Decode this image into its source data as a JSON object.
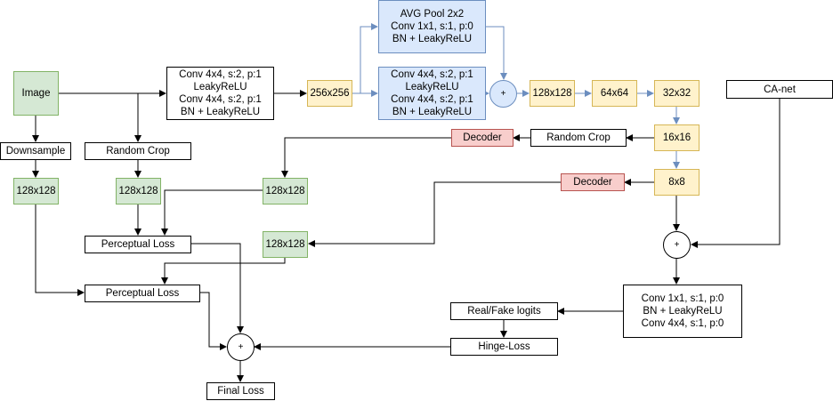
{
  "nodes": {
    "image": "Image",
    "downsample": "Downsample",
    "random_crop_left": "Random Crop",
    "green_128_a": "128x128",
    "green_128_b": "128x128",
    "green_128_c": "128x128",
    "green_128_d": "128x128",
    "conv_block_1": [
      "Conv 4x4, s:2, p:1",
      "LeakyReLU",
      "Conv 4x4, s:2, p:1",
      "BN + LeakyReLU"
    ],
    "feat_256": "256x256",
    "avg_pool_block": [
      "AVG Pool 2x2",
      "Conv 1x1, s:1, p:0",
      "BN + LeakyReLU"
    ],
    "conv_block_2": [
      "Conv 4x4, s:2, p:1",
      "LeakyReLU",
      "Conv 4x4, s:2, p:1",
      "BN + LeakyReLU"
    ],
    "plus_skip": "+",
    "feat_128": "128x128",
    "feat_64": "64x64",
    "feat_32": "32x32",
    "feat_16": "16x16",
    "feat_8": "8x8",
    "ca_net": "CA-net",
    "random_crop_right": "Random Crop",
    "decoder_top": "Decoder",
    "decoder_bottom": "Decoder",
    "perceptual_loss_1": "Perceptual Loss",
    "perceptual_loss_2": "Perceptual Loss",
    "plus_cond": "+",
    "conv_block_3": [
      "Conv 1x1, s:1, p:0",
      "BN + LeakyReLU",
      "Conv 4x4, s:1, p:0"
    ],
    "real_fake_logits": "Real/Fake logits",
    "hinge_loss": "Hinge-Loss",
    "plus_final": "+",
    "final_loss": "Final Loss"
  },
  "colors": {
    "wire_black": "#000000",
    "wire_blue": "#6c8ebf",
    "green_fill": "#d5e8d4",
    "yellow_fill": "#fff2cc",
    "blue_fill": "#dae8fc",
    "red_fill": "#f8cecc"
  }
}
